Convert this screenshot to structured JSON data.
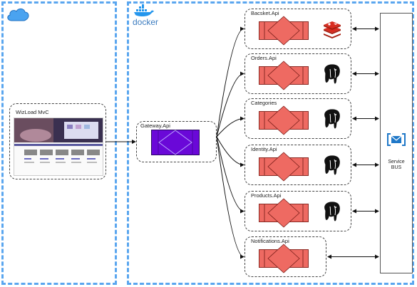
{
  "docker": {
    "label": "docker"
  },
  "client": {
    "title": "WizLoad MvC"
  },
  "gateway": {
    "title": "Gateway.Api"
  },
  "services": [
    {
      "title": "Bacsket.Api",
      "db": "redis"
    },
    {
      "title": "Orders.Api",
      "db": "postgresql"
    },
    {
      "title": "Categories",
      "db": "postgresql"
    },
    {
      "title": "Identity.Api",
      "db": "postgresql"
    },
    {
      "title": "Products.Api",
      "db": "postgresql"
    },
    {
      "title": "Notifications.Api",
      "db": "none"
    }
  ],
  "bus": {
    "line1": "Service",
    "line2": "BUS"
  },
  "colors": {
    "region_border": "#5aa6ef",
    "service_fill": "#ee6a62",
    "gateway_fill": "#6a08d8",
    "redis": "#d52a2a",
    "bus_icon": "#1f78c8"
  }
}
